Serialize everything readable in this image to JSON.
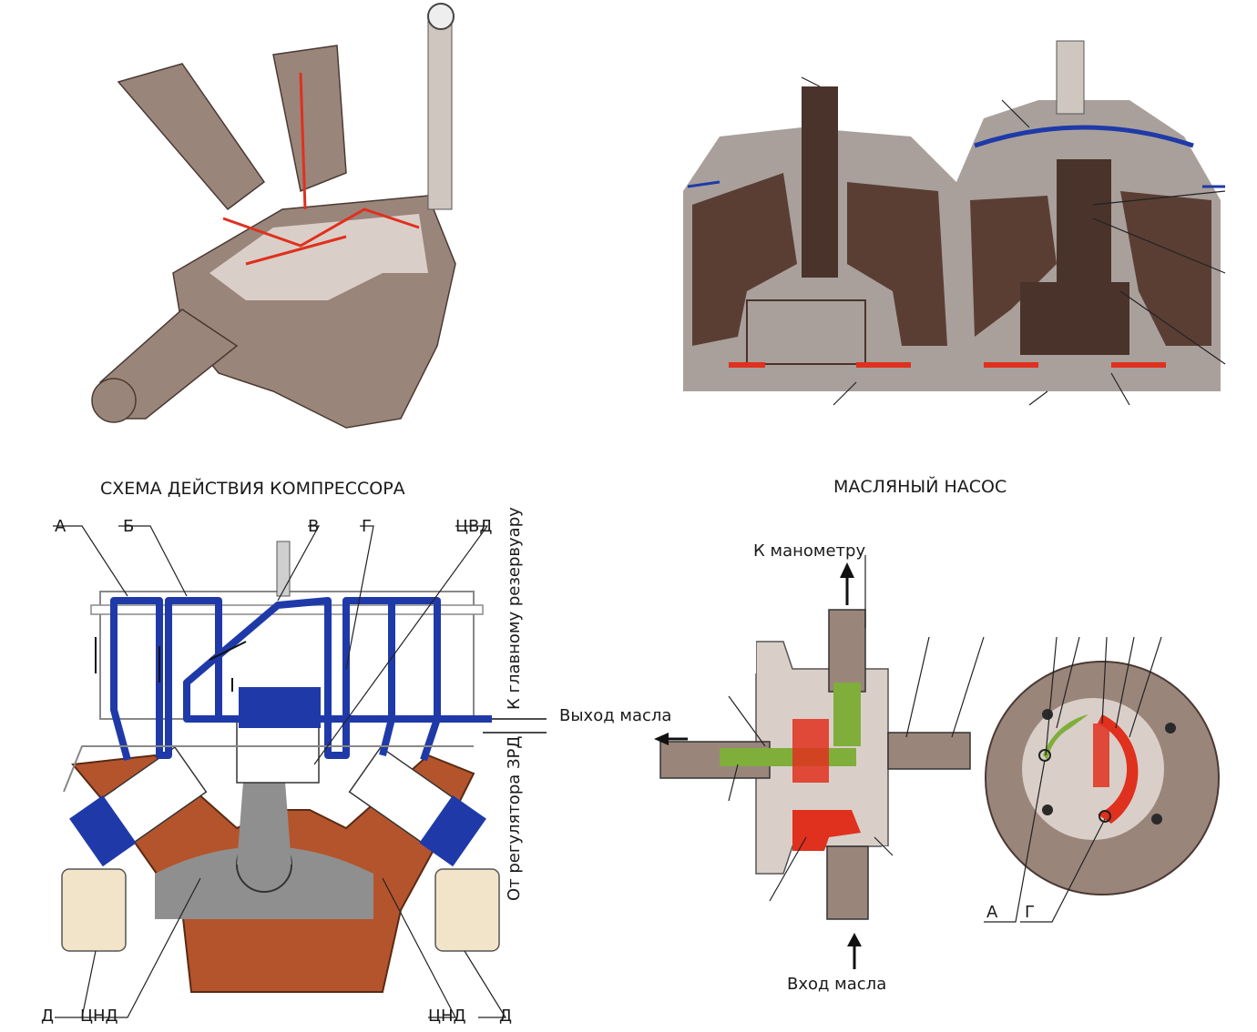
{
  "titles": {
    "compressor": "СХЕМА ДЕЙСТВИЯ КОМПРЕССОРА",
    "oil_pump": "МАСЛЯНЫЙ НАСОС"
  },
  "compressor_labels": {
    "a": "А",
    "b": "Б",
    "v": "В",
    "g": "Г",
    "cvd": "ЦВД",
    "d_left": "Д",
    "cnd_left": "ЦНД",
    "cnd_right": "ЦНД",
    "d_right": "Д",
    "to_main_reservoir": "К главному резервуару",
    "from_regulator": "От регулятора ЗРД"
  },
  "pump_labels": {
    "to_gauge": "К манометру",
    "oil_out": "Выход масла",
    "oil_in": "Вход масла",
    "a": "А",
    "g": "Г"
  },
  "colors": {
    "air_line": "#1f3aa8",
    "oil_line": "#e0301e",
    "oil_green": "#7fae3a",
    "crankcase": "#b4542c",
    "cylinder": "#8f8f8f",
    "body": "#9a857b"
  }
}
